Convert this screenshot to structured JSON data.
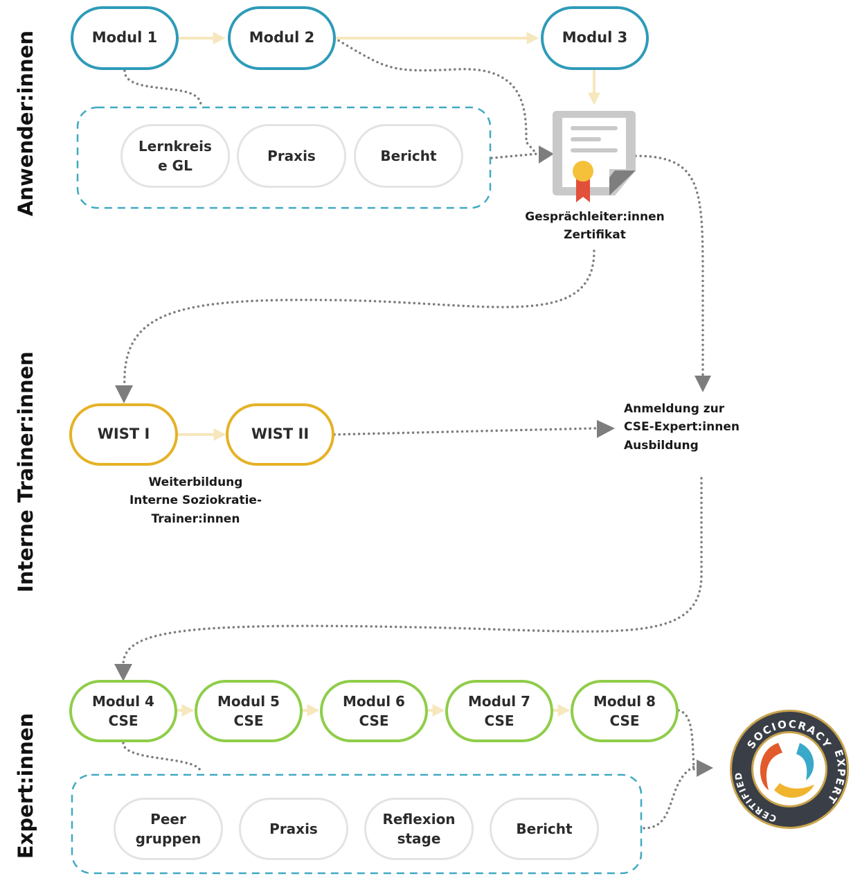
{
  "lanes": {
    "anwender": "Anwender:innen",
    "interne": "Interne Trainer:innen",
    "expert": "Expert:innen"
  },
  "anwender": {
    "modules": [
      "Modul 1",
      "Modul 2",
      "Modul 3"
    ],
    "activities": [
      "Lernkreis\ne GL",
      "Praxis",
      "Bericht"
    ],
    "certificate_label": "Gesprächleiter:innen\nZertifikat"
  },
  "interne": {
    "modules": [
      "WIST I",
      "WIST II"
    ],
    "caption": "Weiterbildung\nInterne Soziokratie-\nTrainer:innen"
  },
  "registration": "Anmeldung zur\nCSE-Expert:innen\nAusbildung",
  "expert": {
    "modules": [
      "Modul 4\nCSE",
      "Modul 5\nCSE",
      "Modul 6\nCSE",
      "Modul 7\nCSE",
      "Modul 8\nCSE"
    ],
    "activities": [
      "Peer\ngruppen",
      "Praxis",
      "Reflexion\nstage",
      "Bericht"
    ],
    "badge": {
      "top": "SOCIOCRACY",
      "right": "EXPERT",
      "left": "CERTIFIED"
    }
  },
  "colors": {
    "blue": "#2e9bb8",
    "yellow": "#e5b226",
    "green": "#8fcd4a",
    "connector": "#f6e7bd",
    "dotted": "#7d7d7d",
    "badge_ring": "#3a3f47",
    "badge_gold": "#c9a44c"
  },
  "icons": [
    "certificate-icon",
    "sociocracy-expert-badge-icon"
  ]
}
